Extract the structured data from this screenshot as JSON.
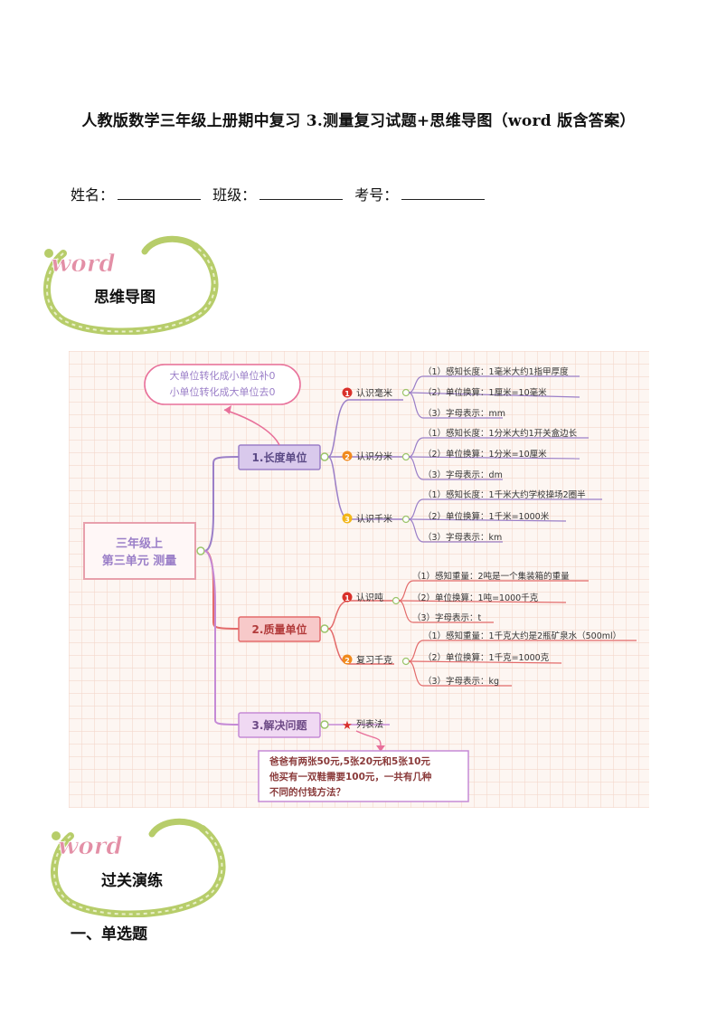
{
  "doc": {
    "title": "人教版数学三年级上册期中复习 3.测量复习试题+思维导图（word 版含答案）",
    "student": {
      "name_label": "姓名：",
      "class_label": "班级：",
      "exam_label": "考号："
    },
    "badge_word": "word",
    "section1_label": "思维导图",
    "section2_label": "过关演练",
    "part1_heading": "一、单选题"
  },
  "colors": {
    "length_branch": "#9b7fc8",
    "mass_branch": "#e36a6a",
    "solve_branch": "#c58ad6",
    "badge_green": "#b7cd6a",
    "badge_pink": "#e38fa6",
    "grid": "#f7dcd3"
  },
  "mindmap": {
    "root_line1": "三年级上",
    "root_line2": "第三单元 测量",
    "note_line1": "大单位转化成小单位补0",
    "note_line2": "小单位转化成大单位去0",
    "branch1": {
      "label": "1.长度单位",
      "subs": [
        {
          "num": "1",
          "label": "认识毫米",
          "items": [
            "（1）感知长度：1毫米大约1指甲厚度",
            "（2）单位换算：1厘米=10毫米",
            "（3）字母表示：mm"
          ]
        },
        {
          "num": "2",
          "label": "认识分米",
          "items": [
            "（1）感知长度：1分米大约1开关盒边长",
            "（2）单位换算：1分米=10厘米",
            "（3）字母表示：dm"
          ]
        },
        {
          "num": "3",
          "label": "认识千米",
          "items": [
            "（1）感知长度：1千米大约学校操场2圈半",
            "（2）单位换算：1千米=1000米",
            "（3）字母表示：km"
          ]
        }
      ]
    },
    "branch2": {
      "label": "2.质量单位",
      "subs": [
        {
          "num": "1",
          "label": "认识吨",
          "items": [
            "（1）感知重量：2吨是一个集装箱的重量",
            "（2）单位换算：1吨=1000千克",
            "（3）字母表示：t"
          ]
        },
        {
          "num": "2",
          "label": "复习千克",
          "items": [
            "（1）感知重量：1千克大约是2瓶矿泉水（500ml）",
            "（2）单位换算：1千克=1000克",
            "（3）字母表示：kg"
          ]
        }
      ]
    },
    "branch3": {
      "label": "3.解决问题",
      "method": "列表法",
      "problem_line1": "爸爸有两张50元,5张20元和5张10元",
      "problem_line2": "他买有一双鞋需要100元，一共有几种",
      "problem_line3": "不同的付钱方法？"
    }
  }
}
